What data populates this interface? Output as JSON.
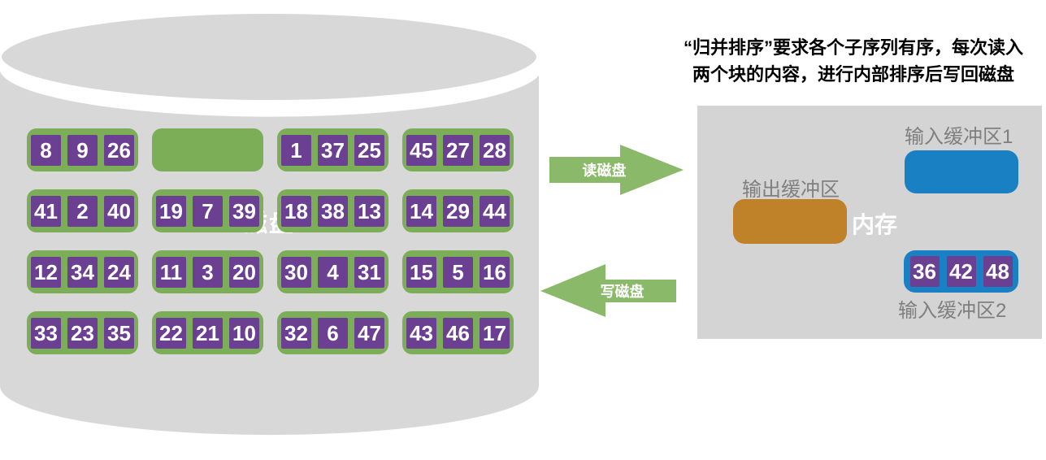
{
  "caption": {
    "line1": "“归并排序”要求各个子序列有序，每次读入",
    "line2": "两个块的内容，进行内部排序后写回磁盘"
  },
  "disk": {
    "label": "磁盘",
    "rows": [
      [
        [
          "8",
          "9",
          "26"
        ],
        [],
        [
          "1",
          "37",
          "25"
        ],
        [
          "45",
          "27",
          "28"
        ]
      ],
      [
        [
          "41",
          "2",
          "40"
        ],
        [
          "19",
          "7",
          "39"
        ],
        [
          "18",
          "38",
          "13"
        ],
        [
          "14",
          "29",
          "44"
        ]
      ],
      [
        [
          "12",
          "34",
          "24"
        ],
        [
          "11",
          "3",
          "20"
        ],
        [
          "30",
          "4",
          "31"
        ],
        [
          "15",
          "5",
          "16"
        ]
      ],
      [
        [
          "33",
          "23",
          "35"
        ],
        [
          "22",
          "21",
          "10"
        ],
        [
          "32",
          "6",
          "47"
        ],
        [
          "43",
          "46",
          "17"
        ]
      ]
    ]
  },
  "arrows": {
    "read": "读磁盘",
    "write": "写磁盘"
  },
  "memory": {
    "label": "内存",
    "output_buffer": {
      "label": "输出缓冲区",
      "values": []
    },
    "input_buffer1": {
      "label": "输入缓冲区1",
      "values": []
    },
    "input_buffer2": {
      "label": "输入缓冲区2",
      "values": [
        "36",
        "42",
        "48"
      ]
    }
  },
  "colors": {
    "block_green": "#7CAD57",
    "arrow_green": "#8BB96A",
    "cell_purple": "#6B3F92",
    "disk_gray": "#D8D8D8",
    "memory_gray": "#D4D4D4",
    "buffer_blue": "#1A80C4",
    "buffer_orange": "#C08228",
    "label_gray": "#7F7F7F",
    "text_black": "#000000",
    "white": "#FFFFFF"
  }
}
